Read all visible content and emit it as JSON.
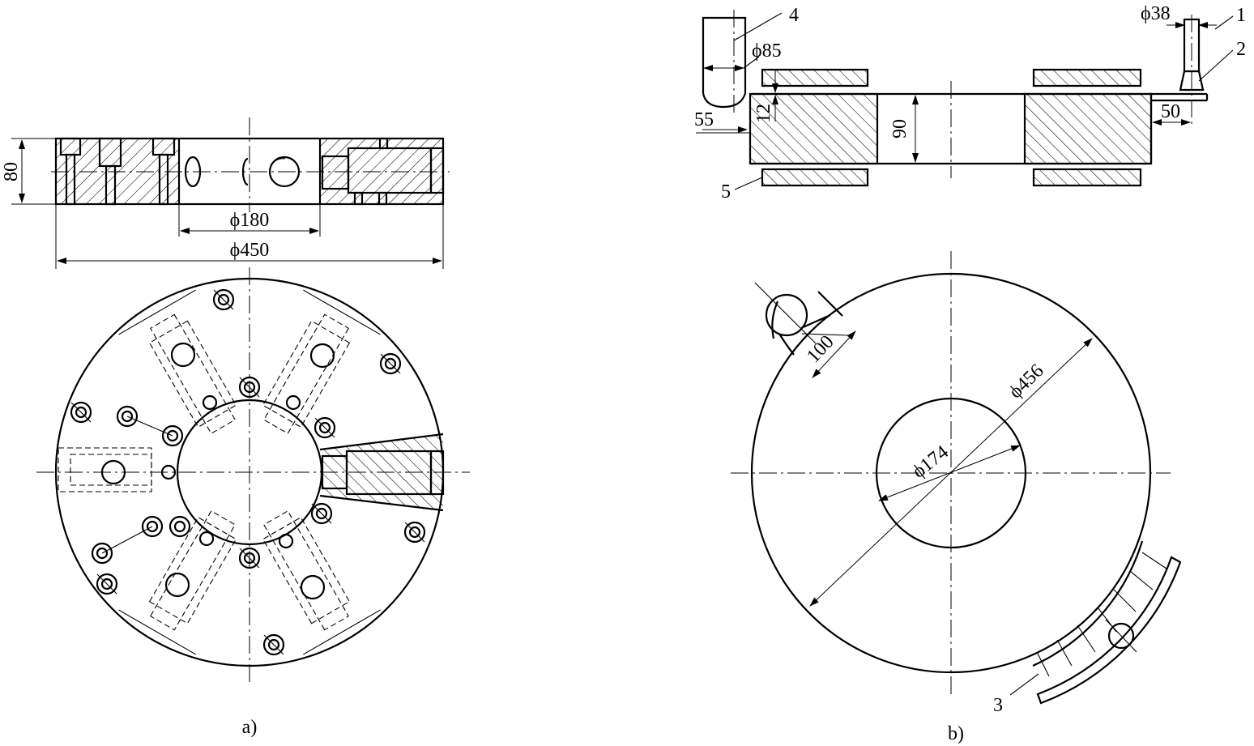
{
  "view_a": {
    "caption": "a)",
    "dims": {
      "height": "80",
      "bore": "ϕ180",
      "outer": "ϕ450"
    }
  },
  "view_b": {
    "caption": "b)",
    "dims": {
      "d38": "ϕ38",
      "d85": "ϕ85",
      "h55": "55",
      "h12": "12",
      "h90": "90",
      "w50": "50",
      "d100": "100",
      "d456": "ϕ456",
      "d174": "ϕ174"
    },
    "parts": [
      "1",
      "2",
      "3",
      "4",
      "5"
    ]
  }
}
